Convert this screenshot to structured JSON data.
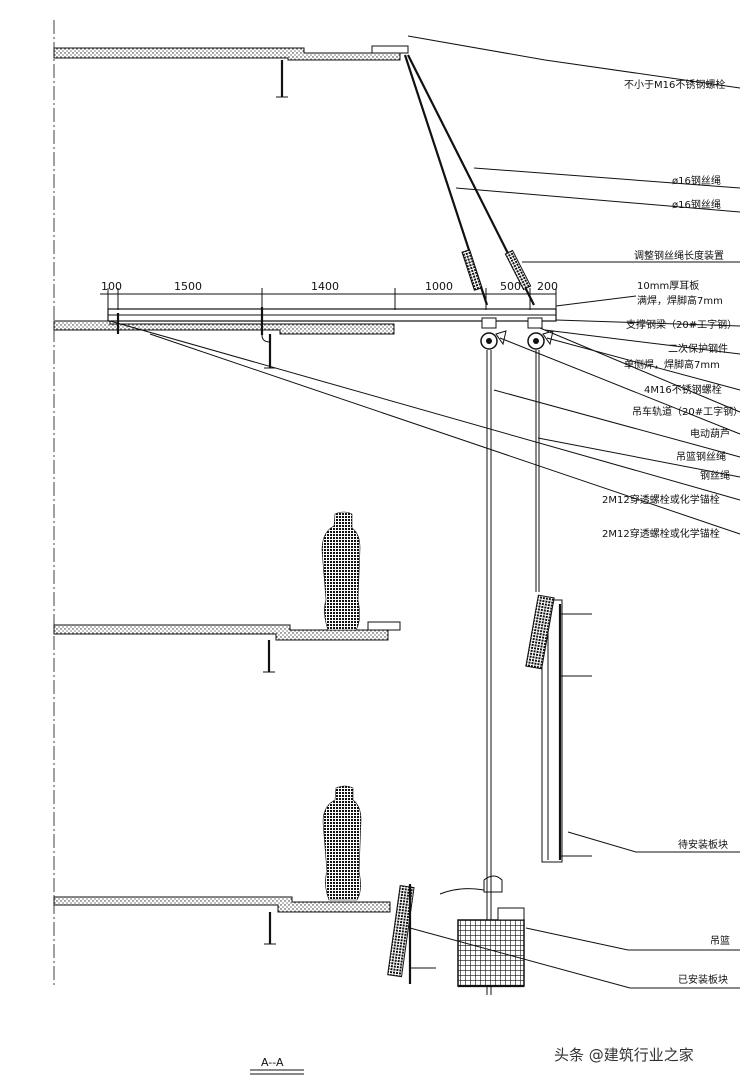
{
  "dimensions": [
    "100",
    "1500",
    "1400",
    "1000",
    "500",
    "200"
  ],
  "labels": [
    "不小于M16不锈钢螺栓",
    "ø16钢丝绳",
    "ø16钢丝绳",
    "调整钢丝绳长度装置",
    "10mm厚耳板",
    "满焊，焊脚高7mm",
    "支撑钢梁（20#工字钢）",
    "二次保护钢件",
    "单侧焊，焊脚高7mm",
    "4M16不锈钢螺栓",
    "吊车轨道（20#工字钢）",
    "电动葫芦",
    "吊篮钢丝绳",
    "钢丝绳",
    "2M12穿透螺栓或化学锚栓",
    "2M12穿透螺栓或化学锚栓",
    "待安装板块",
    "吊篮",
    "已安装板块"
  ],
  "section_title": "A--A",
  "watermark": "头条 @建筑行业之家"
}
